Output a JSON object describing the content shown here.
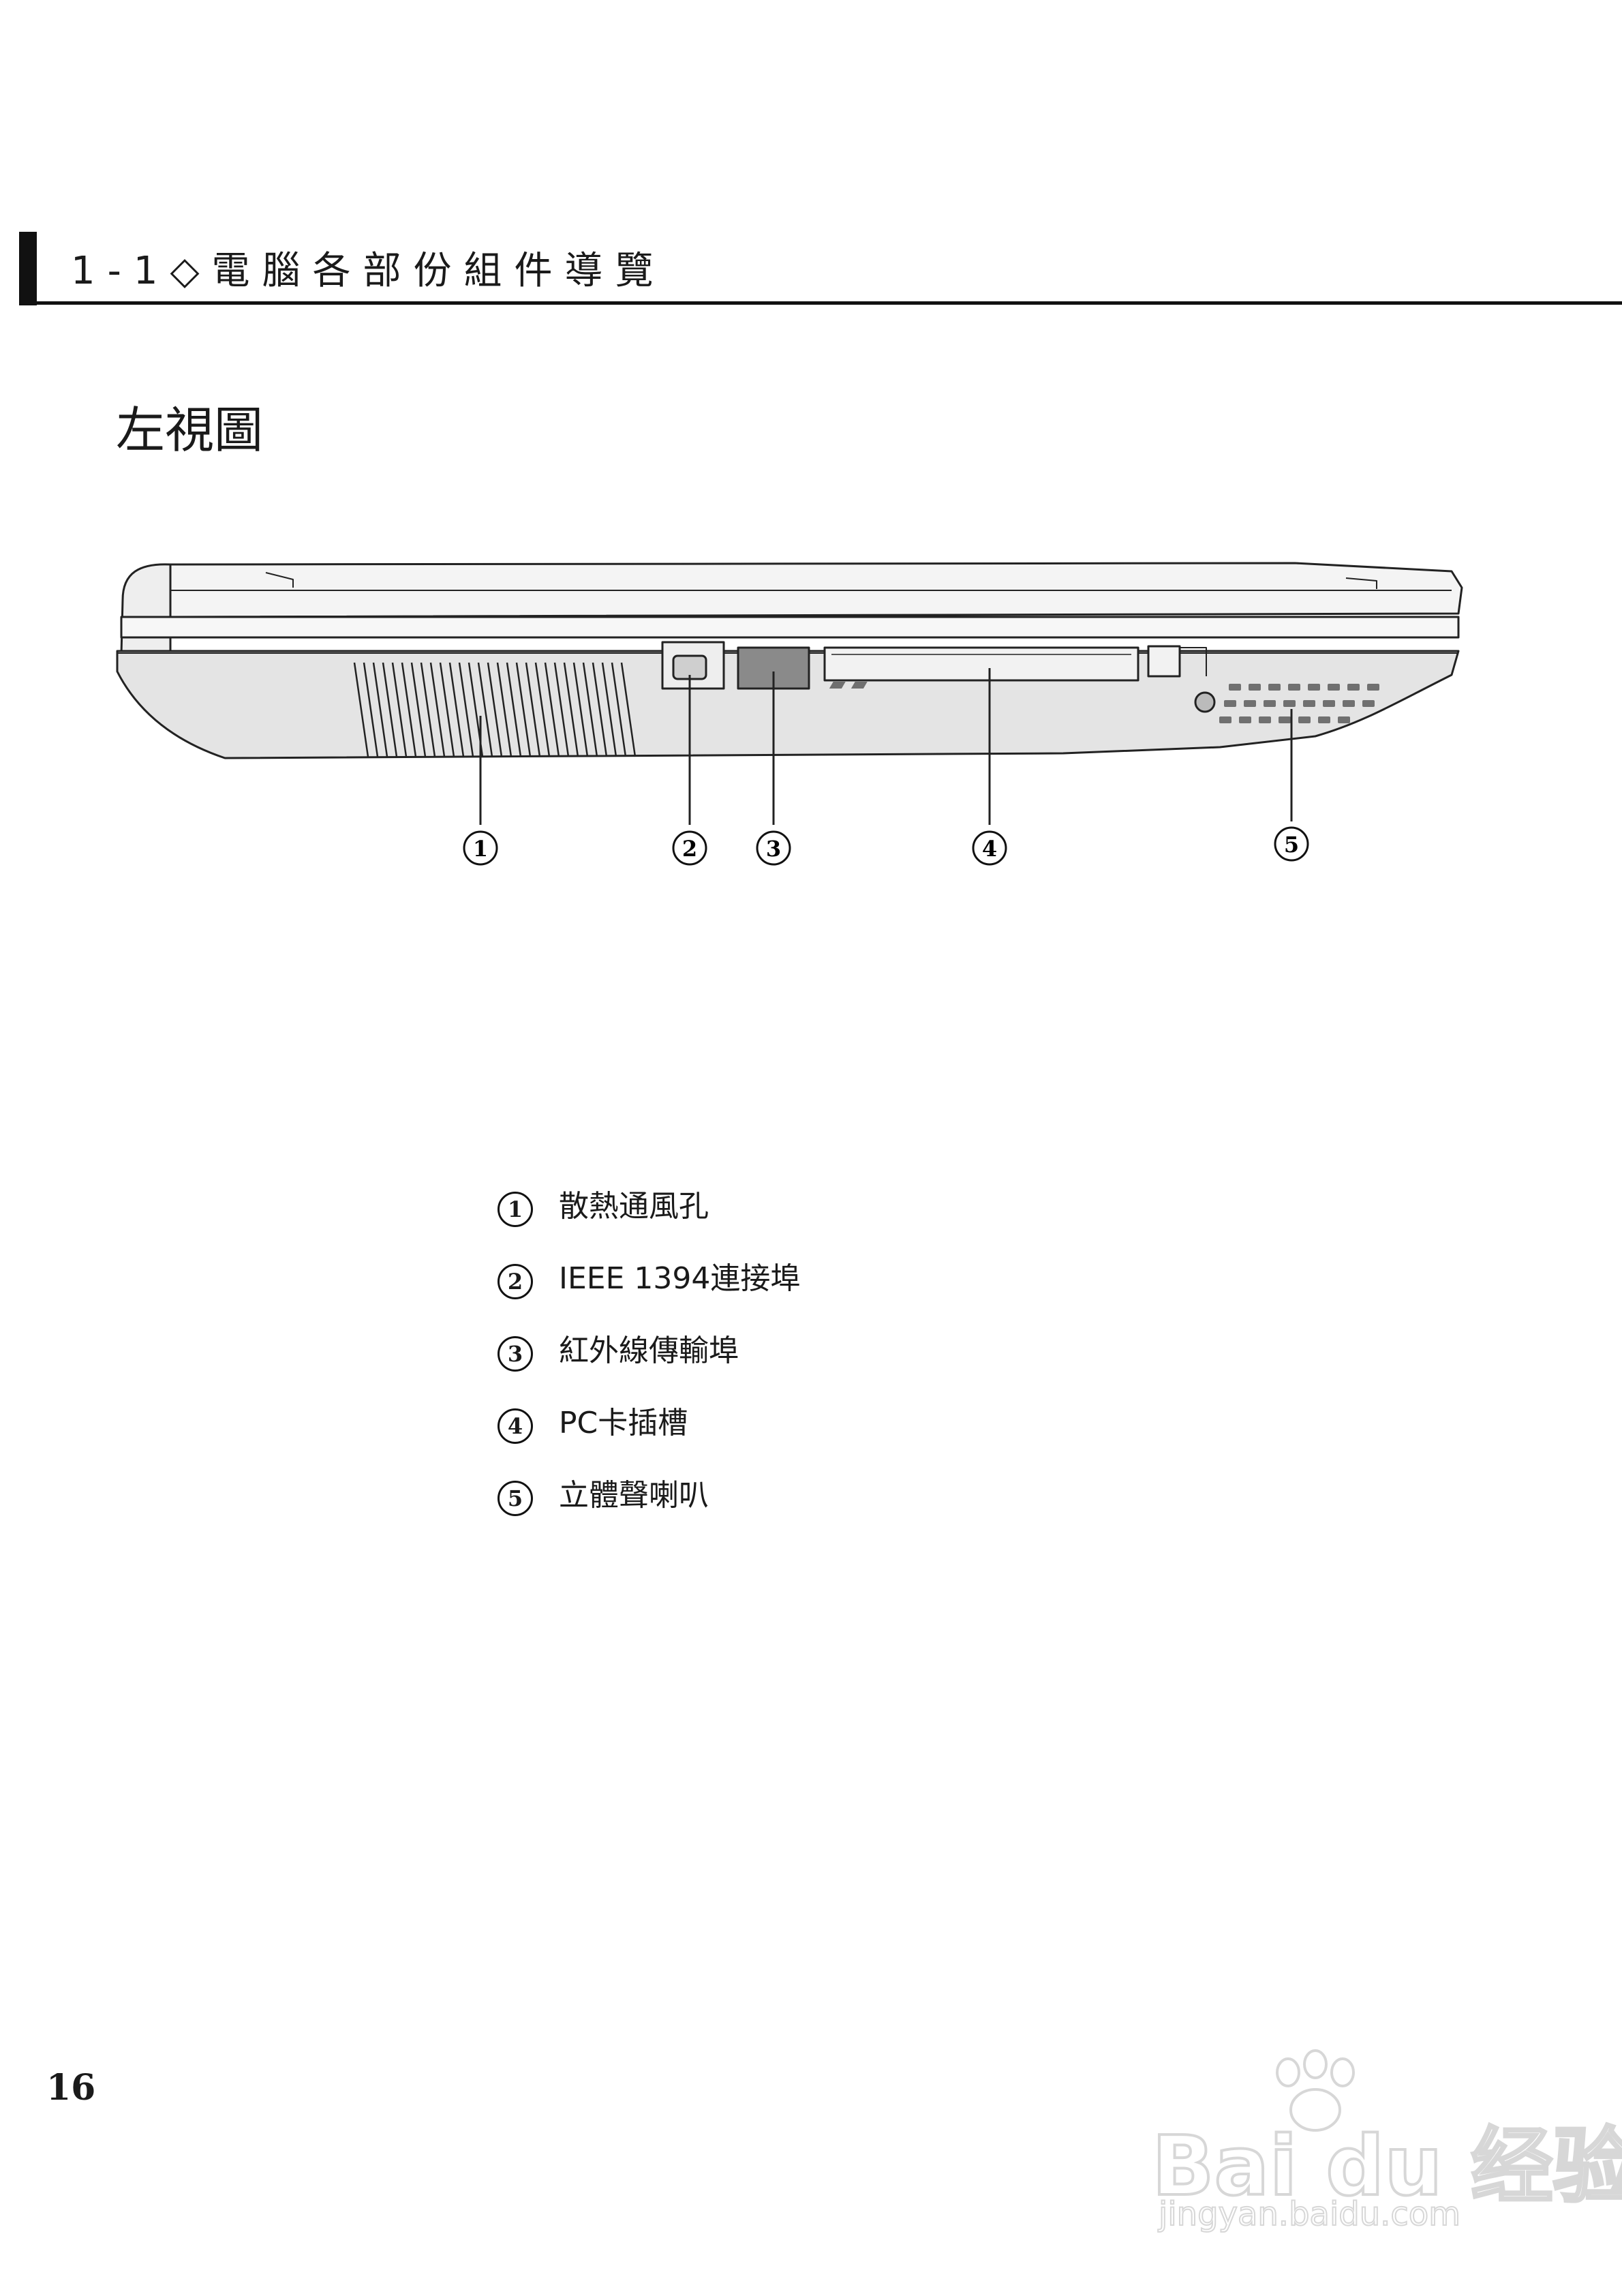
{
  "header": {
    "title": "1-1◇電腦各部份組件導覽"
  },
  "section": {
    "title": "左視圖"
  },
  "figure": {
    "callouts": [
      "1",
      "2",
      "3",
      "4",
      "5"
    ]
  },
  "legend": {
    "items": [
      {
        "num": "1",
        "label": "散熱通風孔"
      },
      {
        "num": "2",
        "label": "IEEE 1394連接埠"
      },
      {
        "num": "3",
        "label": "紅外線傳輸埠"
      },
      {
        "num": "4",
        "label": "PC卡插槽"
      },
      {
        "num": "5",
        "label": "立體聲喇叭"
      }
    ]
  },
  "page": {
    "number": "16"
  },
  "watermark": {
    "brand": "Bai du 经验",
    "url": "jingyan.baidu.com"
  }
}
